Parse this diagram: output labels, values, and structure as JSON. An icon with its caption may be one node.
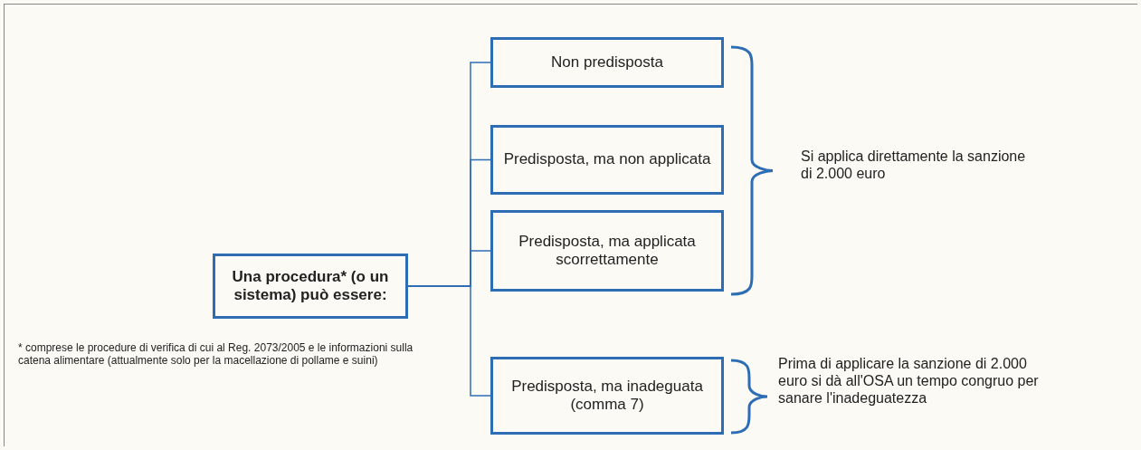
{
  "diagram": {
    "nodes": [
      {
        "text": [
          "Una procedura* (o un sistema) può essere:"
        ]
      },
      {
        "text": [
          "Non predisposta"
        ]
      },
      {
        "text": [
          "Predisposta, ma non applicata"
        ]
      },
      {
        "text": [
          "Predisposta, ma applicata scorrettamente"
        ]
      },
      {
        "text": [
          "Predisposta, ma inadeguata (comma 7)"
        ]
      }
    ],
    "edges": [
      {
        "from": 0,
        "to": 1,
        "arrow": "none"
      },
      {
        "from": 0,
        "to": 2,
        "arrow": "none"
      },
      {
        "from": 0,
        "to": 3,
        "arrow": "none"
      },
      {
        "from": 0,
        "to": 4,
        "arrow": "none"
      }
    ],
    "labels": [
      "Si applica direttamente la sanzione di 2.000 euro",
      "* comprese le procedure di verifica di cui al Reg. 2073/2005 e le informazioni sulla catena alimentare (attualmente solo per la macellazione di pollame e suini)",
      "Prima di applicare la sanzione di 2.000 euro si dà all'OSA un tempo congruo per sanare l'inadeguatezza"
    ]
  }
}
